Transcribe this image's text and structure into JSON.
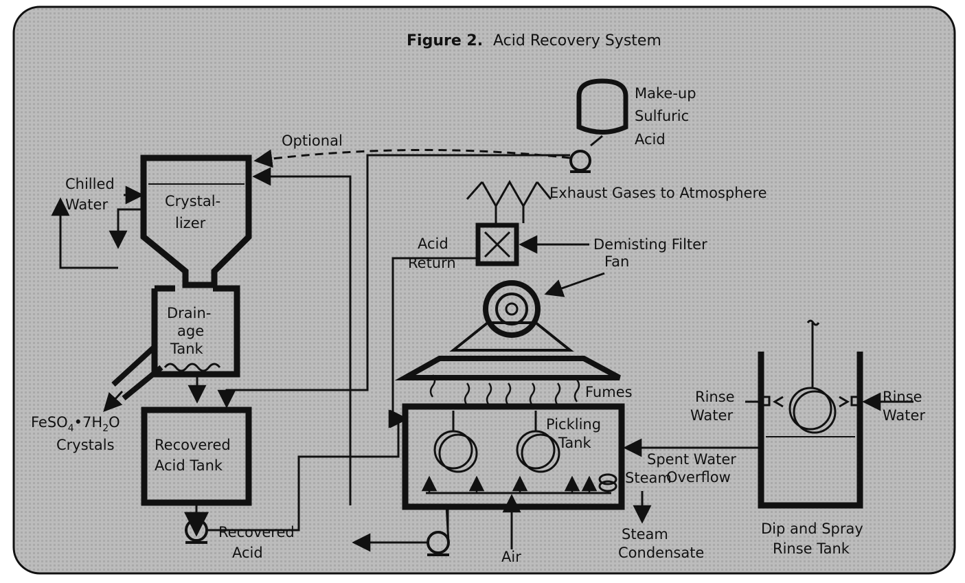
{
  "figure": {
    "title_bold": "Figure 2.",
    "title_text": "Acid Recovery System"
  },
  "labels": {
    "makeup_1": "Make-up",
    "makeup_2": "Sulfuric",
    "makeup_3": "Acid",
    "optional": "Optional",
    "chilled": "Chilled",
    "water": "Water",
    "crystal_1": "Crystal-",
    "crystal_2": "lizer",
    "exhaust": "Exhaust Gases to Atmosphere",
    "demisting": "Demisting Filter",
    "acid_return_1": "Acid",
    "acid_return_2": "Return",
    "fan": "Fan",
    "drain_1": "Drain-",
    "drain_2": "age",
    "drain_3": "Tank",
    "fumes": "Fumes",
    "rinse_water_left_1": "Rinse",
    "rinse_water_left_2": "Water",
    "rinse_water_right_1": "Rinse",
    "rinse_water_right_2": "Water",
    "pickling_1": "Pickling",
    "pickling_2": "Tank",
    "spent_1": "Spent Water",
    "spent_2": "Overflow",
    "feso4_a": "FeSO",
    "feso4_sub1": "4",
    "feso4_b": "•7H",
    "feso4_sub2": "2",
    "feso4_c": "O",
    "crystals": "Crystals",
    "recovered_tank_1": "Recovered",
    "recovered_tank_2": "Acid Tank",
    "steam": "Steam",
    "dip_1": "Dip and Spray",
    "dip_2": "Rinse Tank",
    "recovered_acid_1": "Recovered",
    "recovered_acid_2": "Acid",
    "steam_cond_1": "Steam",
    "steam_cond_2": "Condensate",
    "air": "Air"
  },
  "colors": {
    "background": "#b9b9b9",
    "ink": "#111111",
    "frame": "#ffffff"
  }
}
